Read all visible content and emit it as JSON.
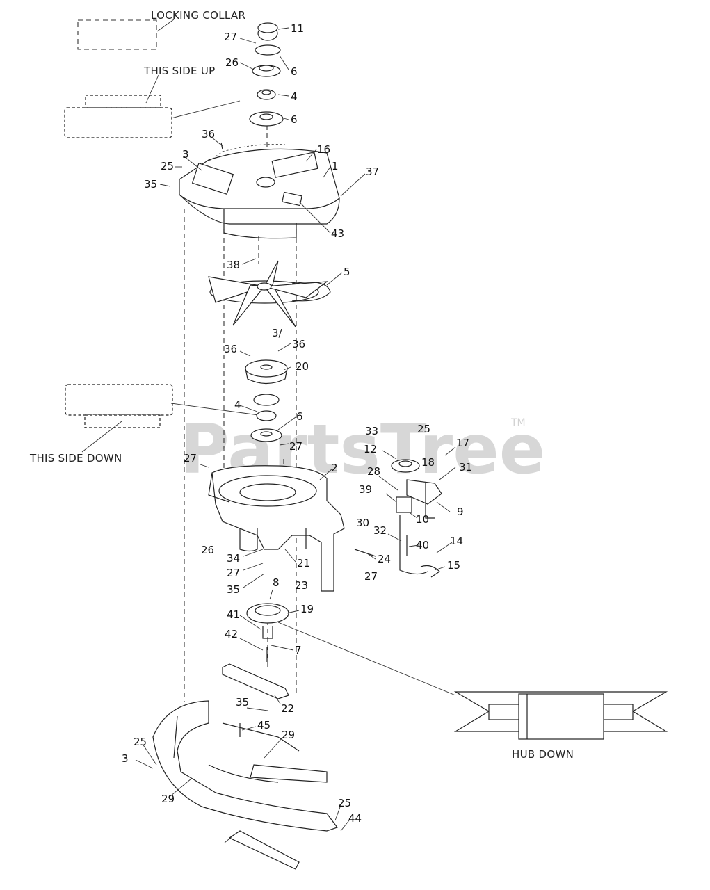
{
  "watermark": {
    "text": "PartsTree",
    "mark": "TM"
  },
  "captions": {
    "locking_collar": "LOCKING COLLAR",
    "this_side_up": "THIS SIDE UP",
    "this_side_down": "THIS SIDE DOWN",
    "hub_down": "HUB DOWN"
  },
  "callouts": [
    "11",
    "27",
    "26",
    "6",
    "4",
    "6",
    "36",
    "16",
    "1",
    "3",
    "25",
    "35",
    "37",
    "43",
    "38",
    "5",
    "3/",
    "36",
    "36",
    "20",
    "4",
    "6",
    "33",
    "25",
    "27",
    "12",
    "17",
    "27",
    "2",
    "18",
    "31",
    "28",
    "39",
    "9",
    "10",
    "30",
    "32",
    "40",
    "14",
    "24",
    "15",
    "27",
    "26",
    "34",
    "21",
    "27",
    "35",
    "23",
    "8",
    "19",
    "41",
    "42",
    "7",
    "22",
    "35",
    "45",
    "29",
    "25",
    "3",
    "29",
    "25",
    "44"
  ]
}
